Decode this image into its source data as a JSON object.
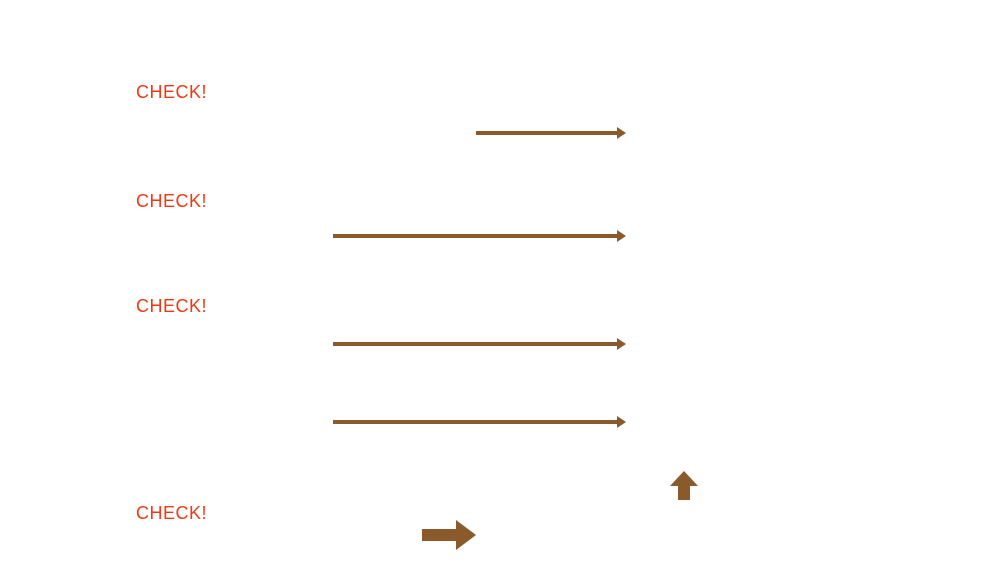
{
  "labels": {
    "check_1": "CHECK!",
    "check_2": "CHECK!",
    "check_3": "CHECK!",
    "check_4": "CHECK!"
  },
  "colors": {
    "label_color": "#ee3a14",
    "arrow_color": "#8a5a2b",
    "background": "#ffffff"
  },
  "arrows": [
    {
      "name": "arrow-right-1",
      "direction": "right",
      "style": "thin"
    },
    {
      "name": "arrow-right-2",
      "direction": "right",
      "style": "thin"
    },
    {
      "name": "arrow-right-3",
      "direction": "right",
      "style": "thin"
    },
    {
      "name": "arrow-right-4",
      "direction": "right",
      "style": "thin"
    },
    {
      "name": "arrow-up-block",
      "direction": "up",
      "style": "block"
    },
    {
      "name": "arrow-right-block",
      "direction": "right",
      "style": "block"
    }
  ]
}
